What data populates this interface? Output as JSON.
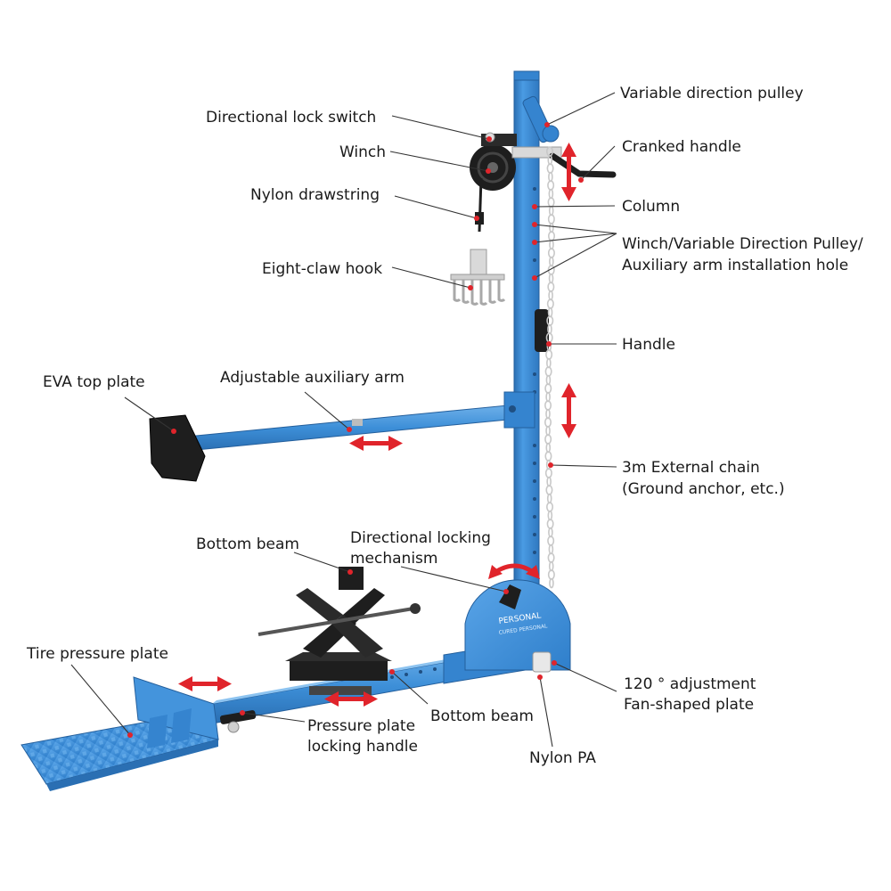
{
  "colors": {
    "frame_blue": "#3d8fd8",
    "frame_blue_dark": "#2a6fb3",
    "frame_blue_light": "#6fb1ea",
    "black_part": "#1e1e1e",
    "chain": "#c8c8c8",
    "arrow_red": "#e0242b",
    "leader_line": "#333333",
    "label_text": "#1a1a1a"
  },
  "labels": {
    "variable_direction_pulley": "Variable direction pulley",
    "directional_lock_switch": "Directional lock switch",
    "cranked_handle": "Cranked handle",
    "winch": "Winch",
    "nylon_drawstring": "Nylon drawstring",
    "column": "Column",
    "install_hole_line1": "Winch/Variable Direction Pulley/",
    "install_hole_line2": "Auxiliary arm installation hole",
    "eight_claw_hook": "Eight-claw hook",
    "handle": "Handle",
    "eva_top_plate": "EVA top plate",
    "adjustable_auxiliary_arm": "Adjustable auxiliary arm",
    "external_chain_line1": "3m External chain",
    "external_chain_line2": "(Ground anchor, etc.)",
    "bottom_beam_top": "Bottom beam",
    "directional_locking_line1": "Directional locking",
    "directional_locking_line2": "mechanism",
    "tire_pressure_plate": "Tire pressure plate",
    "adjustment_line1": "120 ° adjustment",
    "adjustment_line2": "Fan-shaped plate",
    "pressure_plate_line1": "Pressure plate",
    "pressure_plate_line2": "locking handle",
    "bottom_beam_bottom": "Bottom beam",
    "nylon_pa": "Nylon PA"
  },
  "plate_text": {
    "line1": "PERSONAL",
    "line2": "CURED PERSONAL"
  }
}
